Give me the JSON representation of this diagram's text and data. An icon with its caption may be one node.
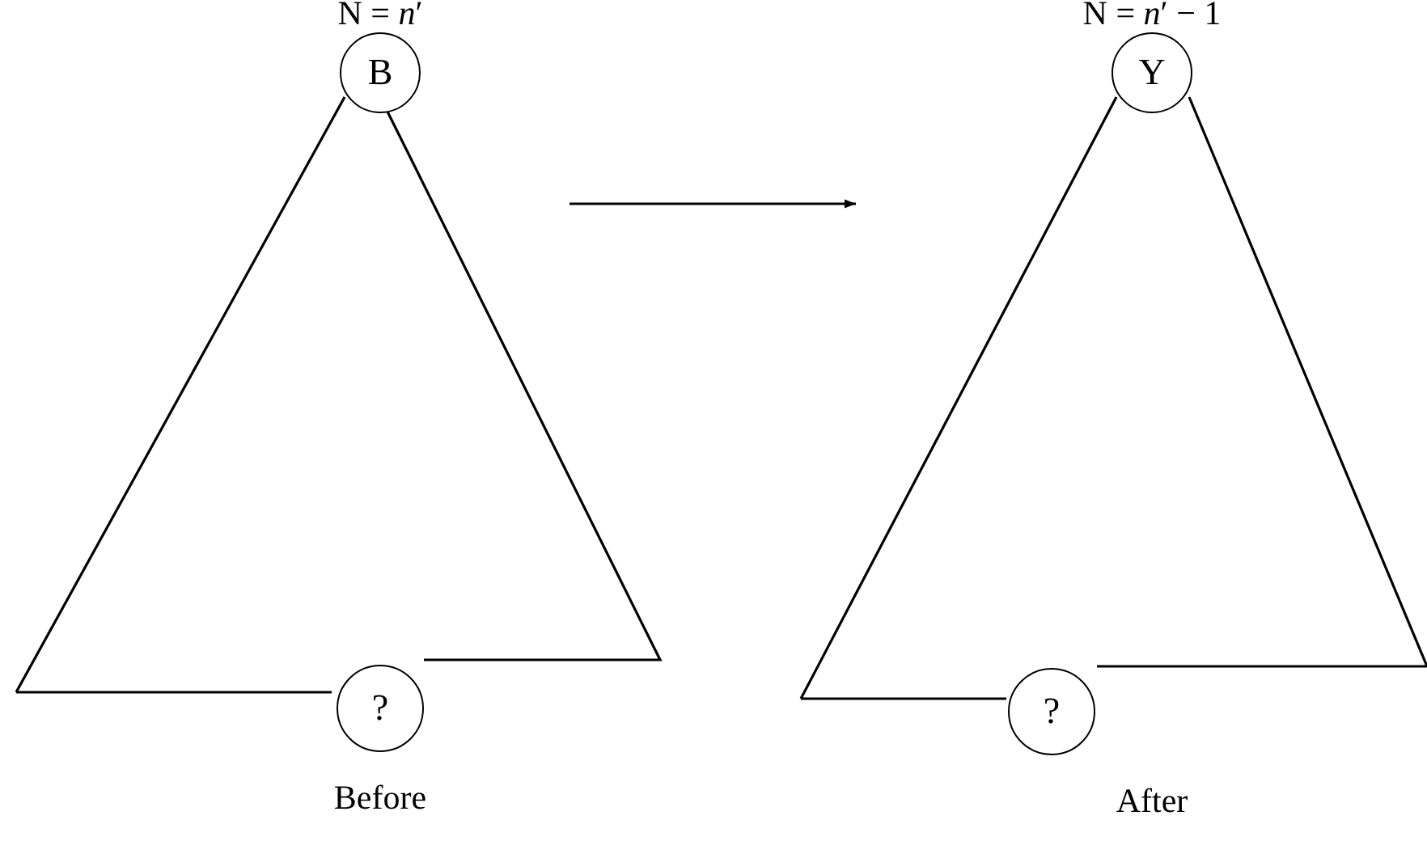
{
  "diagram": {
    "nodes": [
      {
        "text": [],
        "shape": "triangle"
      },
      {
        "text": [
          "B"
        ]
      },
      {
        "text": [
          "?"
        ]
      },
      {
        "text": [],
        "shape": "triangle"
      },
      {
        "text": [
          "Y"
        ]
      },
      {
        "text": [
          "?"
        ]
      }
    ],
    "edges": [
      {
        "from": 0,
        "to": 3,
        "arrow": "to"
      }
    ],
    "labels": [
      "N = *n*′",
      "N = *n*′ − 1",
      "Before",
      "After"
    ]
  }
}
